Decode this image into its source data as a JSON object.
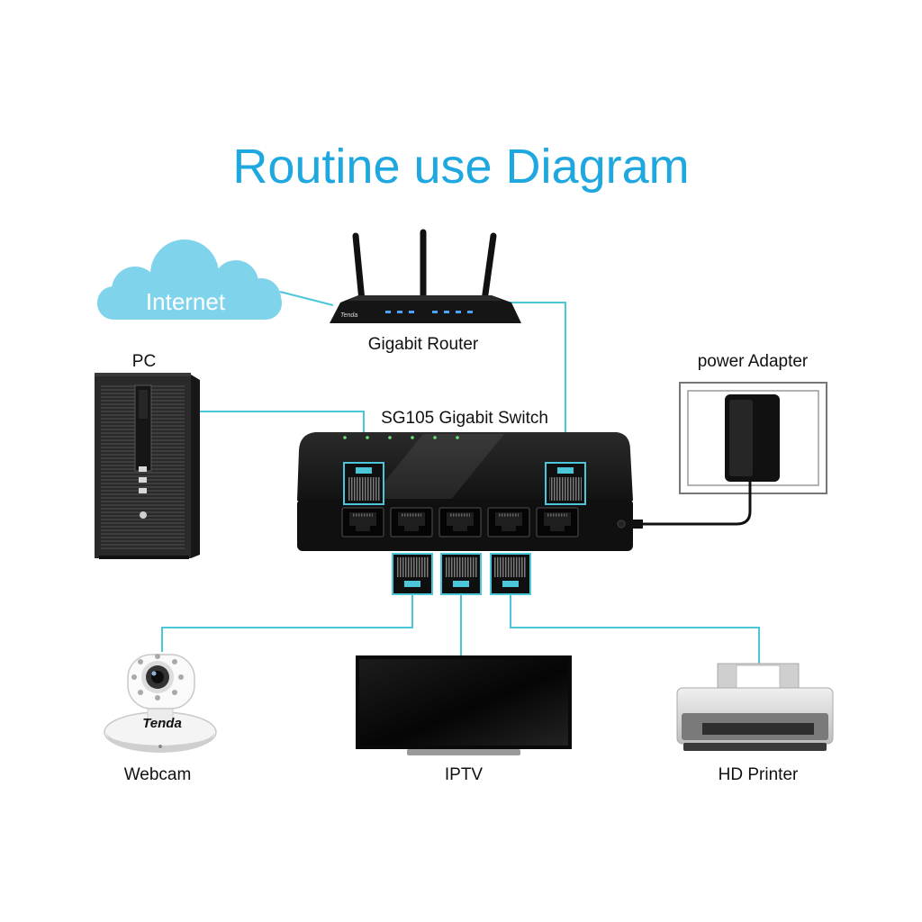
{
  "title": "Routine use Diagram",
  "colors": {
    "title": "#1ea8df",
    "cloud": "#7fd4ec",
    "link_line": "#4cc7d9",
    "cable": "#111111"
  },
  "nodes": {
    "internet": {
      "label": "Internet",
      "icon": "cloud-icon"
    },
    "router": {
      "label": "Gigabit Router",
      "icon": "router-icon",
      "logo": "Tenda"
    },
    "pc": {
      "label": "PC",
      "icon": "desktop-tower-icon"
    },
    "switch": {
      "label": "SG105 Gigabit Switch",
      "icon": "network-switch-icon"
    },
    "power_adapter": {
      "label": "power Adapter",
      "icon": "power-adapter-icon"
    },
    "webcam": {
      "label": "Webcam",
      "icon": "webcam-icon",
      "logo": "Tenda"
    },
    "iptv": {
      "label": "IPTV",
      "icon": "tv-icon"
    },
    "printer": {
      "label": "HD Printer",
      "icon": "printer-icon"
    }
  }
}
